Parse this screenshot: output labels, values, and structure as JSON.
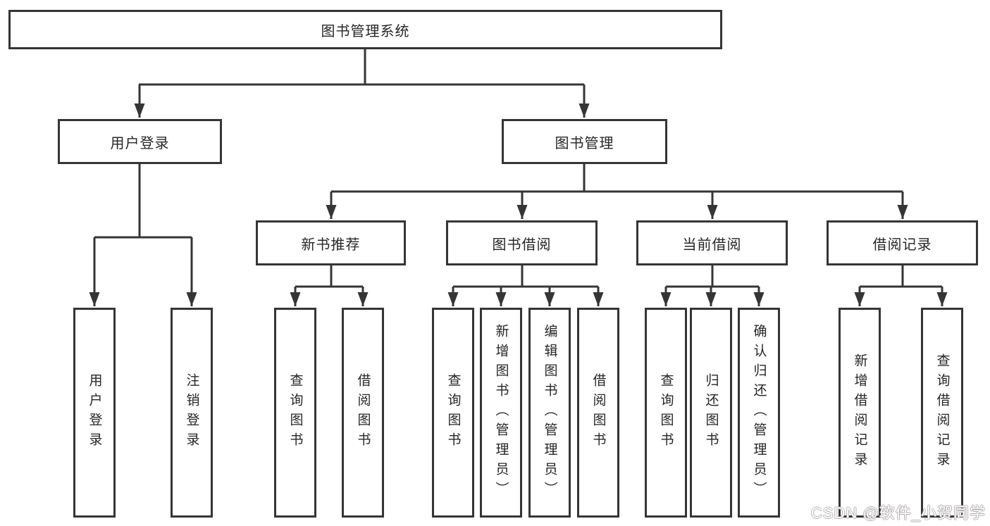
{
  "diagram": {
    "type": "tree",
    "root": "图书管理系统",
    "branches": [
      {
        "label": "用户登录",
        "children": [
          "用户登录",
          "注销登录"
        ]
      },
      {
        "label": "图书管理",
        "children": [
          {
            "label": "新书推荐",
            "children": [
              "查询图书",
              "借阅图书"
            ]
          },
          {
            "label": "图书借阅",
            "children": [
              "查询图书",
              "新增图书（管理员）",
              "编辑图书（管理员）",
              "借阅图书"
            ]
          },
          {
            "label": "当前借阅",
            "children": [
              "查询图书",
              "归还图书",
              "确认归还（管理员）"
            ]
          },
          {
            "label": "借阅记录",
            "children": [
              "新增借阅记录",
              "查询借阅记录"
            ]
          }
        ]
      }
    ]
  },
  "watermark": {
    "text": "CSDN @软件_小贺同学"
  },
  "colors": {
    "line": "#353535",
    "text": "#262626",
    "background": "#ffffff",
    "watermark_fill": "#ffffff",
    "watermark_outline": "#b5b0b0"
  }
}
